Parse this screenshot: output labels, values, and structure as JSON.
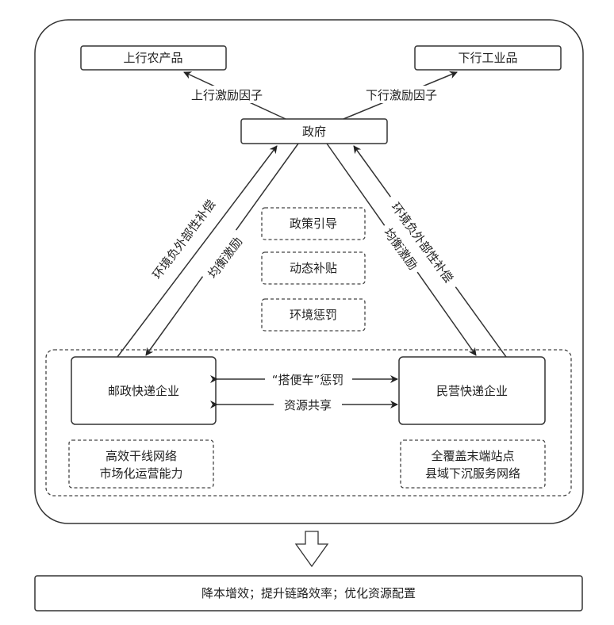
{
  "diagram": {
    "top_nodes": {
      "upstream_products": "上行农产品",
      "downstream_products": "下行工业品"
    },
    "top_edges": {
      "upstream_factor": "上行激励因子",
      "downstream_factor": "下行激励因子"
    },
    "government": "政府",
    "policy_tools": [
      "政策引导",
      "动态补贴",
      "环境惩罚"
    ],
    "side_edges": {
      "left_outer": "环境负外部性补偿",
      "left_inner": "均衡激励",
      "right_outer": "环境负外部性补偿",
      "right_inner": "均衡激励"
    },
    "enterprises": {
      "postal": "邮政快递企业",
      "private": "民营快递企业"
    },
    "enterprise_links": {
      "free_rider_penalty": "“搭便车”惩罚",
      "resource_sharing": "资源共享"
    },
    "capabilities": {
      "postal": [
        "高效干线网络",
        "市场化运营能力"
      ],
      "private": [
        "全覆盖末端站点",
        "县域下沉服务网络"
      ]
    },
    "outcome": "降本增效；提升链路效率；优化资源配置",
    "colors": {
      "stroke": "#333333",
      "text": "#222222",
      "background": "#ffffff"
    }
  }
}
